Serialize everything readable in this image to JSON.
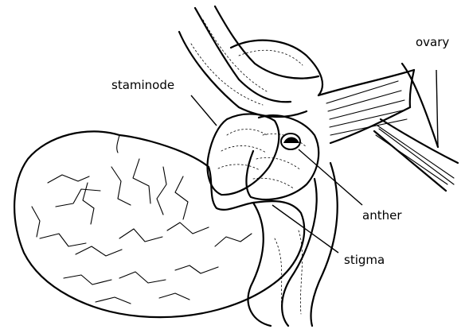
{
  "labels": {
    "ovary": "ovary",
    "staminode": "staminode",
    "anther": "anther",
    "stigma": "stigma"
  },
  "colors": {
    "ink": "#000000",
    "background": "#ffffff"
  }
}
